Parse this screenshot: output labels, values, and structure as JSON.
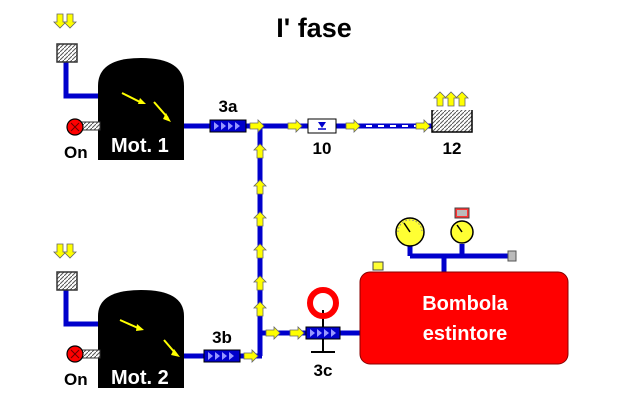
{
  "title": "I' fase",
  "motors": [
    {
      "label": "Mot. 1",
      "switch_label": "On"
    },
    {
      "label": "Mot. 2",
      "switch_label": "On"
    }
  ],
  "valves": {
    "v3a": "3a",
    "v3b": "3b",
    "v3c": "3c"
  },
  "components": {
    "c10": "10",
    "c12": "12"
  },
  "tank": {
    "line1": "Bombola",
    "line2": "estintore"
  },
  "colors": {
    "pipe": "#0000cc",
    "arrow": "#ffff00",
    "tank": "#ff0000",
    "motor": "#000000",
    "gauge": "#ffff33",
    "switch": "#ff0000",
    "valve": "#0000cc"
  }
}
